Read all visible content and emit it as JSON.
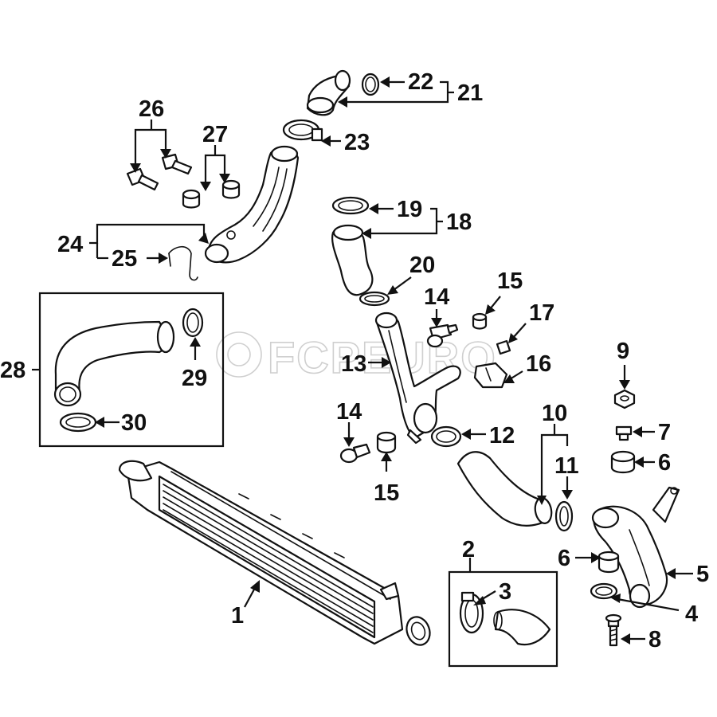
{
  "diagram": {
    "watermark": "FCPEURO",
    "callouts": [
      {
        "id": "c1",
        "label": "1"
      },
      {
        "id": "c2",
        "label": "2"
      },
      {
        "id": "c3",
        "label": "3"
      },
      {
        "id": "c4",
        "label": "4"
      },
      {
        "id": "c5",
        "label": "5"
      },
      {
        "id": "c6a",
        "label": "6"
      },
      {
        "id": "c6b",
        "label": "6"
      },
      {
        "id": "c7",
        "label": "7"
      },
      {
        "id": "c8",
        "label": "8"
      },
      {
        "id": "c9",
        "label": "9"
      },
      {
        "id": "c10",
        "label": "10"
      },
      {
        "id": "c11",
        "label": "11"
      },
      {
        "id": "c12",
        "label": "12"
      },
      {
        "id": "c13",
        "label": "13"
      },
      {
        "id": "c14a",
        "label": "14"
      },
      {
        "id": "c14b",
        "label": "14"
      },
      {
        "id": "c15a",
        "label": "15"
      },
      {
        "id": "c15b",
        "label": "15"
      },
      {
        "id": "c16",
        "label": "16"
      },
      {
        "id": "c17",
        "label": "17"
      },
      {
        "id": "c18",
        "label": "18"
      },
      {
        "id": "c19",
        "label": "19"
      },
      {
        "id": "c20",
        "label": "20"
      },
      {
        "id": "c21",
        "label": "21"
      },
      {
        "id": "c22",
        "label": "22"
      },
      {
        "id": "c23",
        "label": "23"
      },
      {
        "id": "c24",
        "label": "24"
      },
      {
        "id": "c25",
        "label": "25"
      },
      {
        "id": "c26",
        "label": "26"
      },
      {
        "id": "c27",
        "label": "27"
      },
      {
        "id": "c28",
        "label": "28"
      },
      {
        "id": "c29",
        "label": "29"
      },
      {
        "id": "c30",
        "label": "30"
      }
    ]
  }
}
